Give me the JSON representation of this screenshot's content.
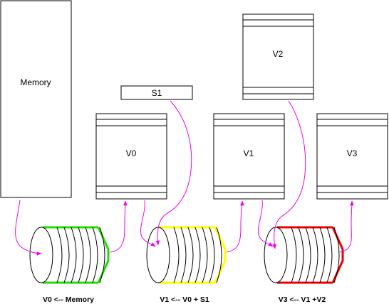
{
  "blocks": {
    "memory": "Memory",
    "s1": "S1",
    "v0": "V0",
    "v1": "V1",
    "v2": "V2",
    "v3": "V3"
  },
  "pipes": [
    {
      "caption": "V0 <-- Memory",
      "color": "#22dd00"
    },
    {
      "caption": "V1 <-- V0 + S1",
      "color": "#ffff00"
    },
    {
      "caption": "V3 <-- V1 +V2",
      "color": "#ee0000"
    }
  ],
  "arrow_color": "#ee00ee"
}
